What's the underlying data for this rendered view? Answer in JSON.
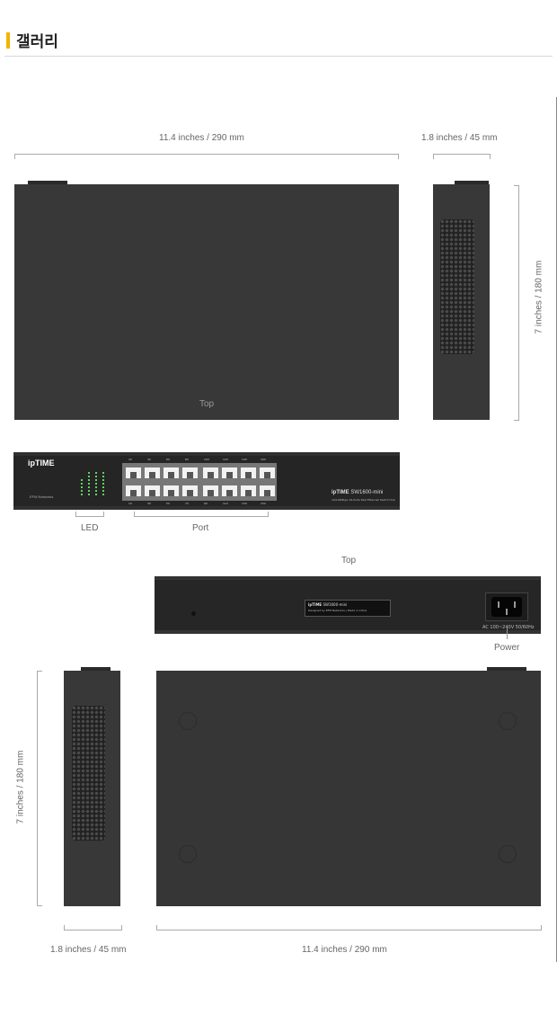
{
  "header": {
    "title": "갤러리"
  },
  "dimensions": {
    "width_top": "11.4 inches / 290 mm",
    "depth_side_top": "1.8 inches / 45 mm",
    "height_side_right": "7 inches / 180 mm",
    "height_side_left": "7 inches / 180 mm",
    "depth_side_bottom": "1.8 inches / 45 mm",
    "width_bottom": "11.4 inches / 290 mm"
  },
  "labels": {
    "top_view": "Top",
    "led": "LED",
    "port": "Port",
    "rear_top": "Top",
    "power": "Power"
  },
  "device": {
    "brand": "ipTIME",
    "model": "SW1600-mini",
    "model_desc": "10/100Mbps 16-Ports Fast Ethernet Switch Hub",
    "footer_brand": "EFM Networks",
    "rear_brand": "ipTIME",
    "rear_model": "SW1600-mini",
    "rear_line": "Designed by EFM Networks  |  Made in China",
    "power_spec": "AC 100~240V 50/60Hz"
  },
  "port_top_labels": [
    "2X",
    "4X",
    "6X",
    "8X",
    "10X",
    "12X",
    "14X",
    "16X"
  ],
  "port_bottom_labels": [
    "1X",
    "3X",
    "5X",
    "7X",
    "9X",
    "11X",
    "13X",
    "15X"
  ]
}
